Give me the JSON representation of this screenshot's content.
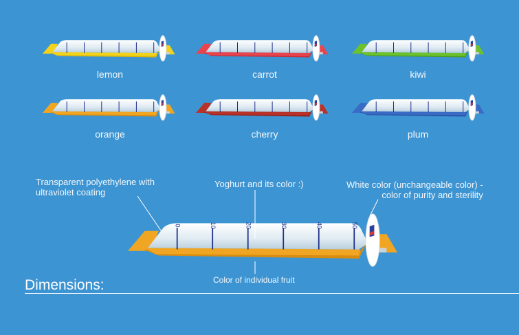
{
  "variants": [
    {
      "name": "lemon",
      "fill_color": "#f2d21a",
      "dark_color": "#d9b80e"
    },
    {
      "name": "carrot",
      "fill_color": "#e8444e",
      "dark_color": "#c8303a"
    },
    {
      "name": "kiwi",
      "fill_color": "#6cc12e",
      "dark_color": "#4ea01c"
    },
    {
      "name": "orange",
      "fill_color": "#f0a623",
      "dark_color": "#d88c10"
    },
    {
      "name": "cherry",
      "fill_color": "#b8322a",
      "dark_color": "#96241c"
    },
    {
      "name": "plum",
      "fill_color": "#3a6bc4",
      "dark_color": "#2c55a8"
    }
  ],
  "main_product": {
    "fill_color": "#f0a623",
    "dark_color": "#d88c10",
    "scale_marks": [
      "0",
      "10",
      "20",
      "30",
      "40",
      "50"
    ]
  },
  "callouts": {
    "packaging": "Transparent polyethylene with\nultraviolet coating",
    "packaging_line1": "Transparent polyethylene with",
    "packaging_line2": "ultraviolet coating",
    "yoghurt": "Yoghurt and its color :)",
    "white_line1": "White color (unchangeable color) -",
    "white_line2": "color of purity and sterility",
    "fruit": "Color of individual fruit"
  },
  "dimensions_title": "Dimensions:",
  "colors": {
    "background": "#3d94d2",
    "tube_body": "#e6f0f6",
    "scale_line": "#1d2f8a"
  }
}
